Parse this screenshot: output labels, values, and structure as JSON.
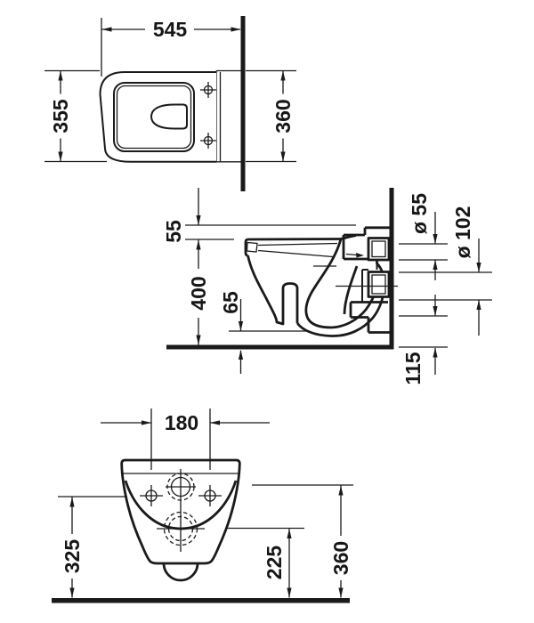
{
  "labels": {
    "top_depth": "545",
    "top_width": "355",
    "top_width_wall": "360",
    "side_rim_drop": "55",
    "side_rim_height": "400",
    "side_trap_height": "65",
    "side_flush_dia": "ø 55",
    "side_outlet_dia": "ø 102",
    "side_outlet_clearance": "115",
    "front_hole_spacing": "180",
    "front_body_height": "325",
    "front_outlet_height": "225",
    "front_flush_height": "360"
  },
  "colors": {
    "line": "#1a1a1a",
    "background": "#ffffff"
  }
}
